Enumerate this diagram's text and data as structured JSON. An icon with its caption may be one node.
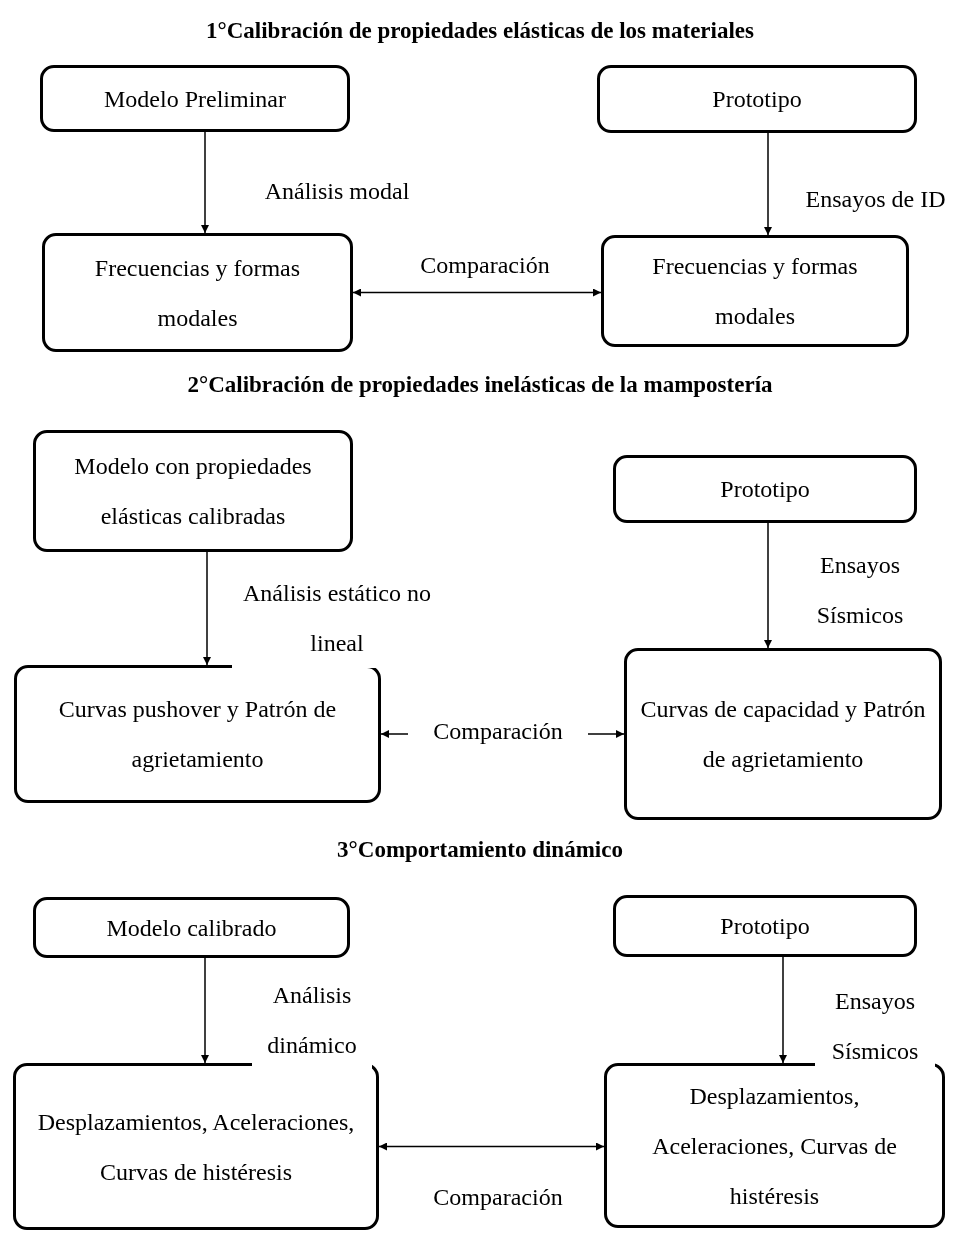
{
  "diagram": {
    "nodes": [
      {
        "text": [
          "Modelo Preliminar"
        ]
      },
      {
        "text": [
          "Prototipo"
        ]
      },
      {
        "text": [
          "Frecuencias y formas modales"
        ]
      },
      {
        "text": [
          "Frecuencias y formas modales"
        ]
      },
      {
        "text": [
          "Modelo con propiedades elásticas calibradas"
        ]
      },
      {
        "text": [
          "Prototipo"
        ]
      },
      {
        "text": [
          "Curvas pushover y Patrón de agrietamiento"
        ]
      },
      {
        "text": [
          "Curvas de capacidad y Patrón de agrietamiento"
        ]
      },
      {
        "text": [
          "Modelo calibrado"
        ]
      },
      {
        "text": [
          "Prototipo"
        ]
      },
      {
        "text": [
          "Desplazamientos, Aceleraciones, Curvas de histéresis"
        ]
      },
      {
        "text": [
          "Desplazamientos, Aceleraciones, Curvas de histéresis"
        ]
      }
    ],
    "edges": [
      {
        "from": 0,
        "to": 2,
        "arrow": "to",
        "label": "Análisis modal"
      },
      {
        "from": 1,
        "to": 3,
        "arrow": "to",
        "label": "Ensayos de ID"
      },
      {
        "from": 2,
        "to": 3,
        "arrow": "both",
        "label": "Comparación"
      },
      {
        "from": 4,
        "to": 6,
        "arrow": "to",
        "label": "Análisis estático no lineal"
      },
      {
        "from": 5,
        "to": 7,
        "arrow": "to",
        "label": "Ensayos Sísmicos"
      },
      {
        "from": 6,
        "to": 7,
        "arrow": "both",
        "label": "Comparación"
      },
      {
        "from": 8,
        "to": 10,
        "arrow": "to",
        "label": "Análisis dinámico"
      },
      {
        "from": 9,
        "to": 11,
        "arrow": "to",
        "label": "Ensayos Sísmicos"
      },
      {
        "from": 10,
        "to": 11,
        "arrow": "both",
        "label": "Comparación"
      }
    ],
    "labels": [
      "1°Calibración de propiedades elásticas de los materiales",
      "2°Calibración de propiedades inelásticas de la mampostería",
      "3°Comportamiento dinámico"
    ]
  }
}
